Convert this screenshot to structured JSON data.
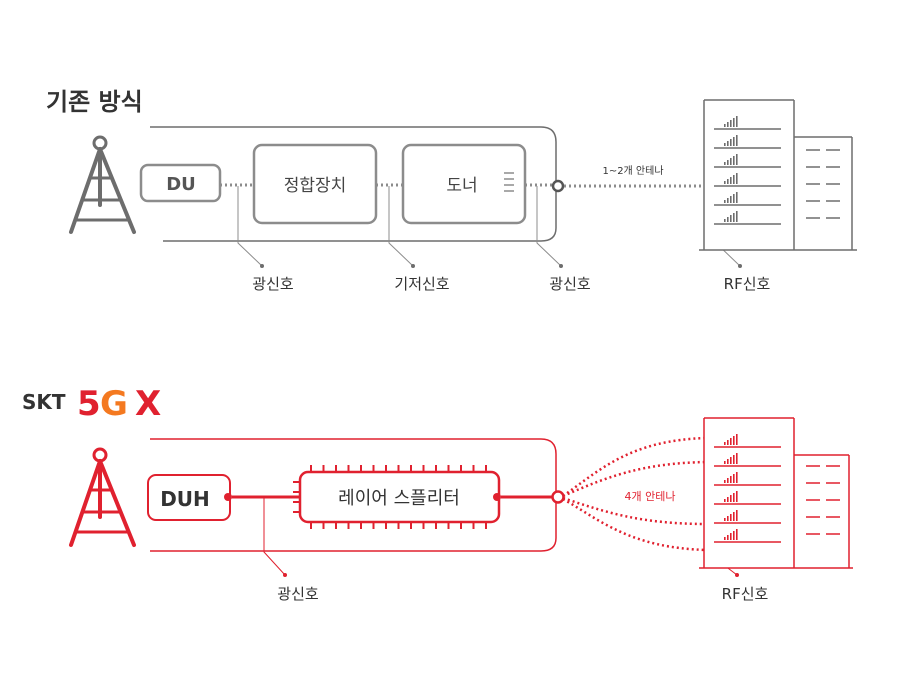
{
  "legacy": {
    "title": "기존 방식",
    "du": "DU",
    "combiner": "정합장치",
    "donor": "도너",
    "antenna_note": "1~2개 안테나",
    "labels": [
      "광신호",
      "기저신호",
      "광신호",
      "RF신호"
    ]
  },
  "skt": {
    "logo_text": "SKT",
    "logo_5": "5",
    "logo_g": "G",
    "logo_x": "X",
    "duh": "DUH",
    "splitter": "레이어 스플리터",
    "antenna_note": "4개 안테나",
    "labels": [
      "광신호",
      "RF신호"
    ]
  },
  "colors": {
    "gray": "#6d6d6d",
    "gray_light": "#b5b5b5",
    "text": "#333333",
    "red": "#e0212f",
    "orange": "#f47920"
  }
}
